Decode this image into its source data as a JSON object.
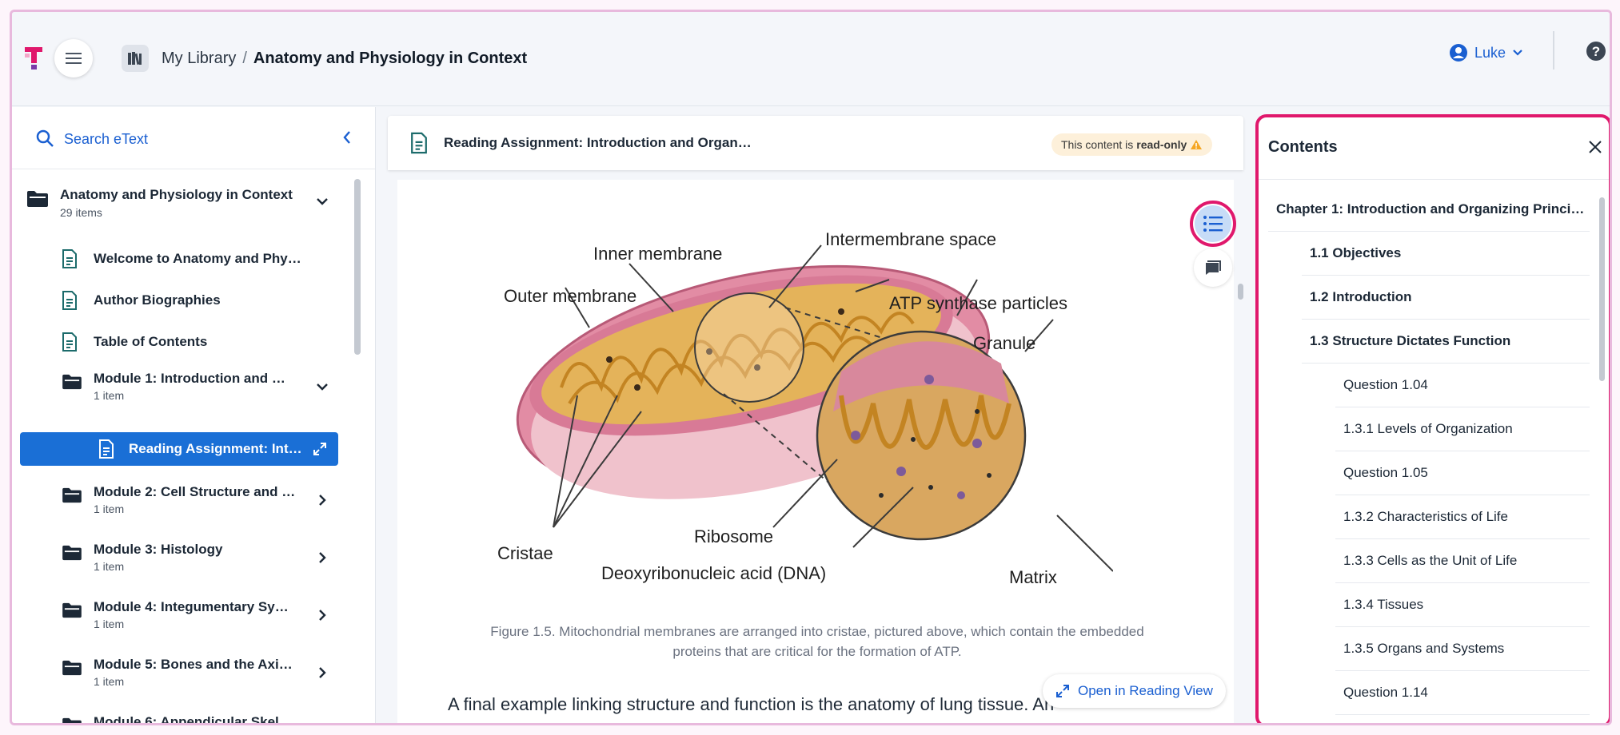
{
  "header": {
    "breadcrumb_root": "My Library",
    "breadcrumb_sep": "/",
    "breadcrumb_current": "Anatomy and Physiology in Context",
    "user_name": "Luke"
  },
  "sidebar": {
    "search_label": "Search eText",
    "book": {
      "title": "Anatomy and Physiology in Context",
      "count": "29 items"
    },
    "items": [
      {
        "title": "Welcome to Anatomy and Phy…"
      },
      {
        "title": "Author Biographies"
      },
      {
        "title": "Table of Contents"
      }
    ],
    "modules": [
      {
        "title": "Module 1: Introduction and …",
        "count": "1 item"
      },
      {
        "title": "Module 2: Cell Structure and …",
        "count": "1 item"
      },
      {
        "title": "Module 3: Histology",
        "count": "1 item"
      },
      {
        "title": "Module 4: Integumentary Sy…",
        "count": "1 item"
      },
      {
        "title": "Module 5: Bones and the Axi…",
        "count": "1 item"
      },
      {
        "title": "Module 6: Appendicular Skel…",
        "count": ""
      }
    ],
    "active_item": "Reading Assignment: Int…"
  },
  "reader": {
    "title": "Reading Assignment: Introduction and Organ…",
    "readonly_prefix": "This content is",
    "readonly_bold": "read-only",
    "figure_labels": {
      "inner_membrane": "Inner membrane",
      "intermembrane_space": "Intermembrane space",
      "outer_membrane": "Outer membrane",
      "atp_synthase": "ATP synthase particles",
      "granule": "Granule",
      "ribosome": "Ribosome",
      "cristae": "Cristae",
      "dna": "Deoxyribonucleic acid (DNA)",
      "matrix": "Matrix"
    },
    "caption_line1": "Figure 1.5. Mitochondrial membranes are arranged into cristae, pictured above, which contain the embedded",
    "caption_line2": "proteins that are critical for the formation of ATP.",
    "body_text": "A final example linking structure and function is the anatomy of lung tissue. An",
    "reading_view_label": "Open in Reading View"
  },
  "contents": {
    "title": "Contents",
    "items": [
      {
        "label": "Chapter 1: Introduction and Organizing Princi…",
        "level": 0,
        "bold": true
      },
      {
        "label": "1.1 Objectives",
        "level": 1,
        "bold": true
      },
      {
        "label": "1.2 Introduction",
        "level": 1,
        "bold": true
      },
      {
        "label": "1.3 Structure Dictates Function",
        "level": 1,
        "bold": true
      },
      {
        "label": "Question 1.04",
        "level": 2,
        "bold": false
      },
      {
        "label": "1.3.1 Levels of Organization",
        "level": 2,
        "bold": false
      },
      {
        "label": "Question 1.05",
        "level": 2,
        "bold": false
      },
      {
        "label": "1.3.2 Characteristics of Life",
        "level": 2,
        "bold": false
      },
      {
        "label": "1.3.3 Cells as the Unit of Life",
        "level": 2,
        "bold": false
      },
      {
        "label": "1.3.4 Tissues",
        "level": 2,
        "bold": false
      },
      {
        "label": "1.3.5 Organs and Systems",
        "level": 2,
        "bold": false
      },
      {
        "label": "Question 1.14",
        "level": 2,
        "bold": false
      }
    ]
  },
  "colors": {
    "accent_blue": "#1a6fd6",
    "highlight_pink": "#e0186c",
    "logo_pink": "#e0186c",
    "logo_purple": "#7a3aa8"
  },
  "icons": {
    "menu": "hamburger-icon",
    "library": "books-icon",
    "user": "user-circle-icon",
    "help": "help-circle-icon",
    "search": "search-icon",
    "folder": "folder-icon",
    "document": "document-icon",
    "expand": "expand-icon",
    "contents": "list-icon",
    "notes": "notes-icon",
    "close": "close-icon",
    "warning": "warning-icon"
  }
}
